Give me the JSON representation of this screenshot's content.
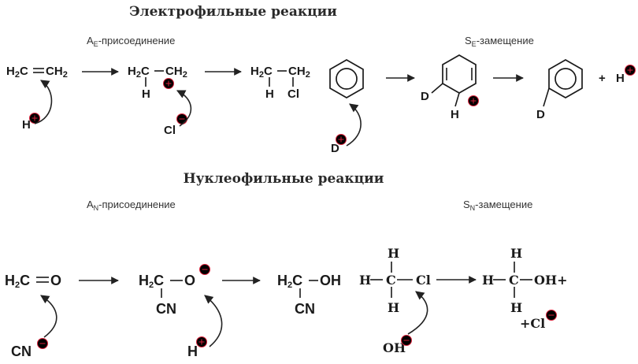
{
  "titles": {
    "electrophilic": "Электрофильные реакции",
    "nucleophilic": "Нуклеофильные реакции"
  },
  "labels": {
    "ae": {
      "main": "A",
      "sub": "E",
      "rest": "-присоединение"
    },
    "se": {
      "main": "S",
      "sub": "E",
      "rest": "-замещение"
    },
    "an": {
      "main": "A",
      "sub": "N",
      "rest": "-присоединение"
    },
    "sn": {
      "main": "S",
      "sub": "N",
      "rest": "-замещение"
    }
  },
  "atoms": {
    "h": "H",
    "h2": "H",
    "two": "2",
    "c": "C",
    "o": "O",
    "cl": "Cl",
    "d": "D",
    "cn": "CN",
    "oh": "OH",
    "plus": "+"
  },
  "colors": {
    "text": "#1a1a1a",
    "charge": "#d8213a"
  }
}
